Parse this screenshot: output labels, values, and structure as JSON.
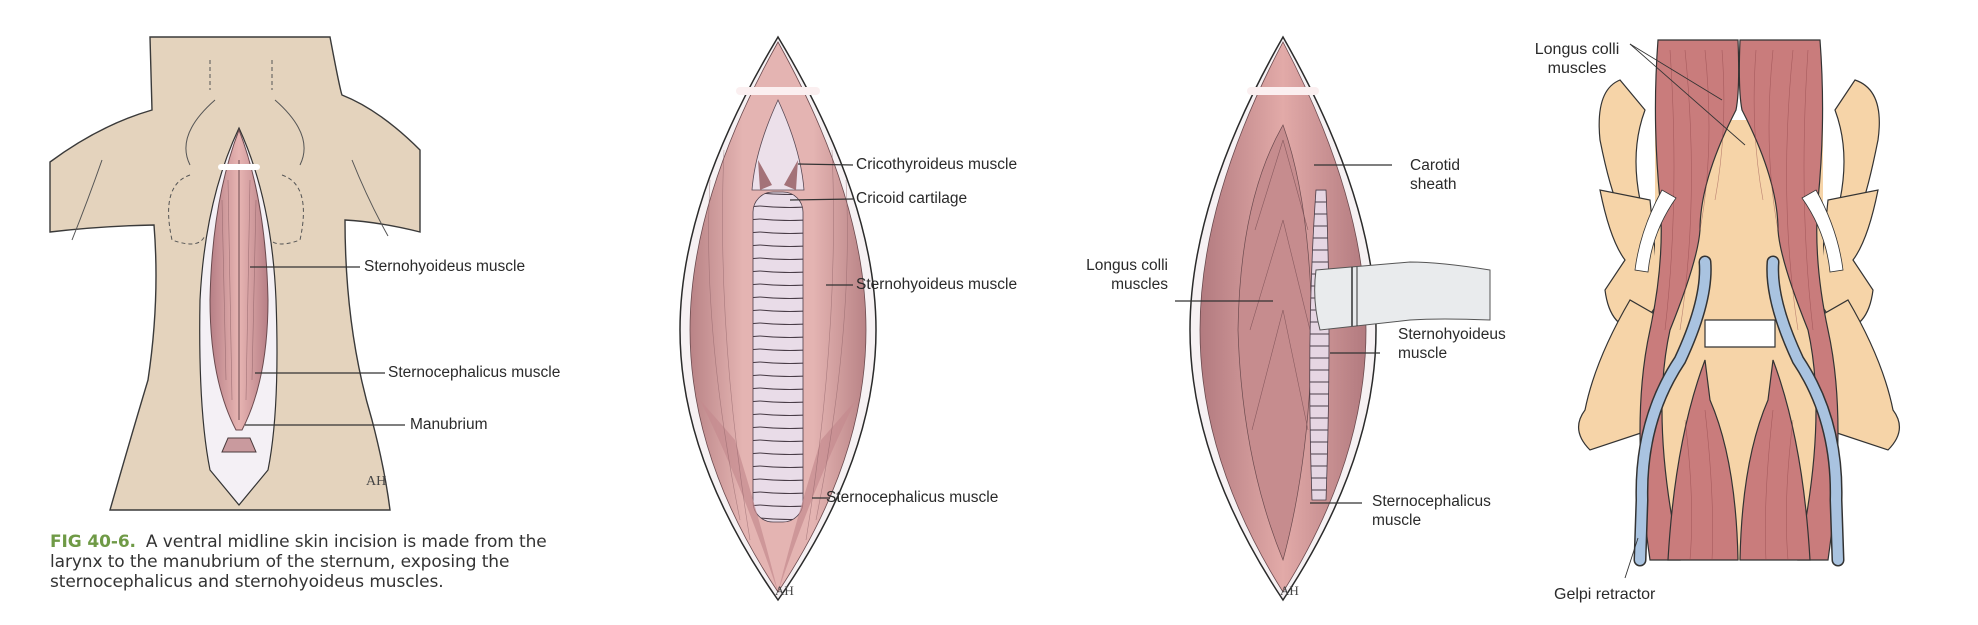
{
  "figure": {
    "number": "FIG 40-6.",
    "caption": "A ventral midline skin incision is made from the larynx to the manubrium of the sternum, exposing the sternocephalicus and sternohyoideus muscles."
  },
  "colors": {
    "caption_accent": "#6f9a46",
    "skin": "#e4d3bd",
    "muscle_light": "#dba8a8",
    "muscle_dark": "#c57a7a",
    "trachea": "#e8dbe6",
    "bone": "#f6d4a8",
    "retractor_blue": "#a9c3e0",
    "outline": "#2b2b2b"
  },
  "panels": [
    {
      "id": "panel-1",
      "labels": [
        {
          "text": "Sternohyoideus muscle"
        },
        {
          "text": "Sternocephalicus muscle"
        },
        {
          "text": "Manubrium"
        }
      ],
      "signature": "AH"
    },
    {
      "id": "panel-2",
      "labels": [
        {
          "text": "Cricothyroideus muscle"
        },
        {
          "text": "Cricoid cartilage"
        },
        {
          "text": "Sternohyoideus muscle"
        },
        {
          "text": "Sternocephalicus muscle"
        }
      ],
      "signature": "AH"
    },
    {
      "id": "panel-3",
      "labels": [
        {
          "line1": "Carotid",
          "line2": "sheath"
        },
        {
          "line1": "Longus colli",
          "line2": "muscles"
        },
        {
          "line1": "Sternohyoideus",
          "line2": "muscle"
        },
        {
          "line1": "Sternocephalicus",
          "line2": "muscle"
        }
      ],
      "signature": "AH"
    },
    {
      "id": "panel-4",
      "labels": [
        {
          "line1": "Longus colli",
          "line2": "muscles"
        },
        {
          "text": "Gelpi retractor"
        }
      ]
    }
  ]
}
